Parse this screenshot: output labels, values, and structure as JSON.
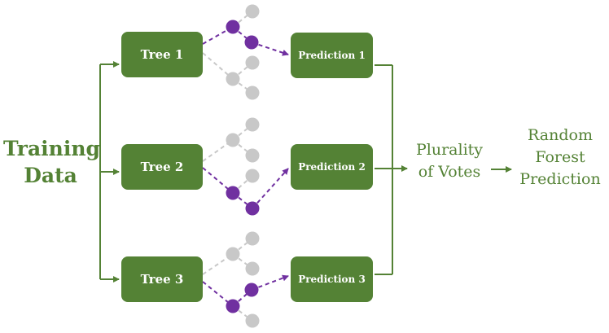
{
  "diagram": {
    "input_label_line1": "Training",
    "input_label_line2": "Data",
    "trees": [
      "Tree 1",
      "Tree 2",
      "Tree 3"
    ],
    "predictions": [
      "Prediction 1",
      "Prediction 2",
      "Prediction 3"
    ],
    "aggregate_line1": "Plurality",
    "aggregate_line2": "of Votes",
    "output_line1": "Random",
    "output_line2": "Forest",
    "output_line3": "Prediction"
  },
  "colors": {
    "green": "#548235",
    "purple": "#7030A0",
    "gray": "#C8C8C8"
  }
}
